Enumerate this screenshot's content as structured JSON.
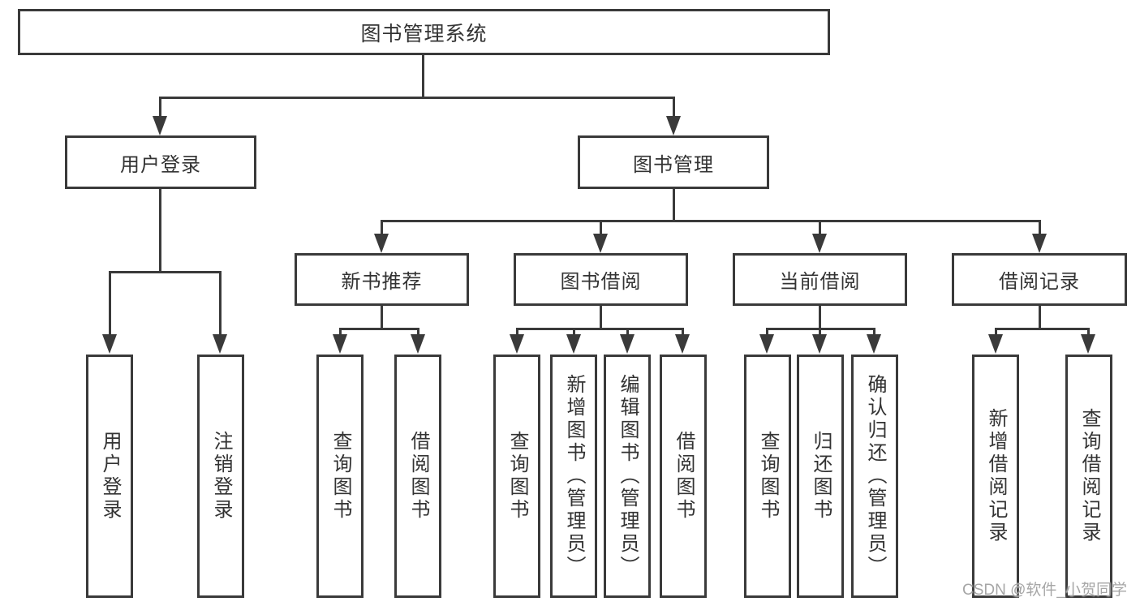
{
  "diagram": {
    "title": "图书管理系统",
    "branches": [
      {
        "label": "用户登录",
        "leaves": [
          "用户登录",
          "注销登录"
        ]
      },
      {
        "label": "图书管理",
        "groups": [
          {
            "label": "新书推荐",
            "leaves": [
              "查询图书",
              "借阅图书"
            ]
          },
          {
            "label": "图书借阅",
            "leaves": [
              "查询图书",
              "新增图书（管理员）",
              "编辑图书（管理员）",
              "借阅图书"
            ]
          },
          {
            "label": "当前借阅",
            "leaves": [
              "查询图书",
              "归还图书",
              "确认归还（管理员）"
            ]
          },
          {
            "label": "借阅记录",
            "leaves": [
              "新增借阅记录",
              "查询借阅记录"
            ]
          }
        ]
      }
    ]
  },
  "watermark": {
    "text": "CSDN @软件_小贺同学"
  },
  "colors": {
    "line": "#3a3a3a",
    "box_border": "#3a3a3a",
    "text": "#333333",
    "background": "#ffffff",
    "watermark": "#a6a6a6"
  }
}
